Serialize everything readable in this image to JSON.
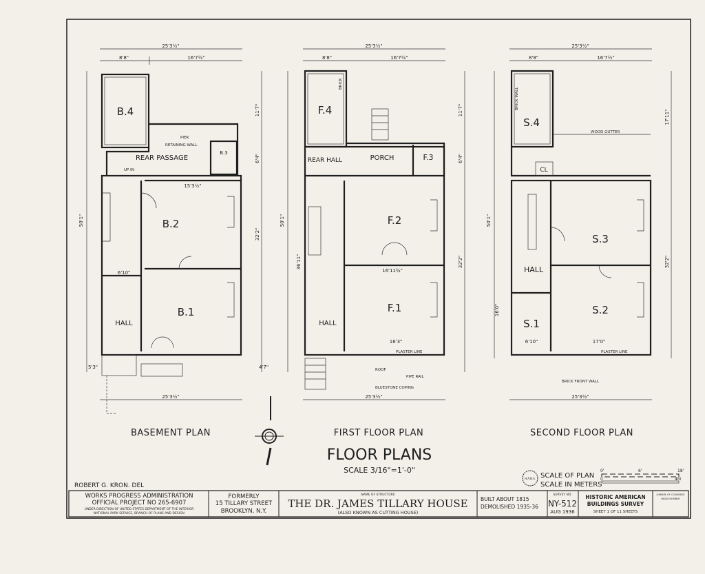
{
  "sheet": {
    "title": "FLOOR PLANS",
    "scale": "SCALE 3/16\"=1'-0\"",
    "delineator": "ROBERT G. KRON. DEL"
  },
  "plans": [
    {
      "title": "BASEMENT PLAN",
      "dims": {
        "overall_width": "25'3½\"",
        "left_width": "8'8\"",
        "right_width": "16'7½\"",
        "depth": "50'1\"",
        "main_depth": "32'2\"",
        "rear_depth": "11'7\"",
        "ext_depth": "6'4\""
      },
      "rooms": [
        "B.4",
        "B.3",
        "REAR PASSAGE",
        "B.2",
        "B.1",
        "HALL"
      ],
      "notes": [
        "RETAINING WALL",
        "PIER",
        "UP IN",
        "15'3½\"",
        "6'10\"",
        "5'3\"",
        "4'7\""
      ]
    },
    {
      "title": "FIRST FLOOR PLAN",
      "dims": {
        "overall_width": "25'3½\"",
        "left_width": "8'8\"",
        "right_width": "16'7½\"",
        "depth": "50'1\"",
        "main_depth": "32'2\"",
        "rear_depth": "11'7\"",
        "ext_depth": "6'4\"",
        "side_depth": "36'11\""
      },
      "rooms": [
        "F.4",
        "REAR HALL",
        "PORCH",
        "F.3",
        "F.2",
        "F.1",
        "HALL"
      ],
      "notes": [
        "PLASTER LINE",
        "ROOF",
        "PIPE RAIL",
        "BLUESTONE COPING",
        "BRICK",
        "16'3\"",
        "16'11¾\""
      ]
    },
    {
      "title": "SECOND FLOOR PLAN",
      "dims": {
        "overall_width": "25'3½\"",
        "left_width": "8'8\"",
        "right_width": "16'7½\"",
        "depth": "50'1\"",
        "main_depth": "32'2\"",
        "rear_depth": "17'11\"",
        "hall_depth": "16'0\""
      },
      "rooms": [
        "S.4",
        "CL",
        "S.3",
        "HALL",
        "S.2",
        "S.1"
      ],
      "notes": [
        "WOOD GUTTER",
        "BRICK WALL",
        "PLASTER LINE",
        "BRICK FRONT WALL",
        "17'0\"",
        "6'10\""
      ]
    }
  ],
  "title_block": {
    "wpa": "WORKS PROGRESS ADMINISTRATION",
    "project": "OFFICIAL PROJECT NO 265-6907",
    "direction1": "UNDER DIRECTION OF UNITED STATES DEPARTMENT OF THE INTERIOR",
    "direction2": "NATIONAL PARK SERVICE, BRANCH OF PLANS AND DESIGN",
    "formerly": "FORMERLY",
    "address": "15 TILLARY STREET",
    "city": "BROOKLYN, N.Y.",
    "name_label": "NAME OF STRUCTURE",
    "structure": "THE DR. JAMES TILLARY HOUSE",
    "aka": "(ALSO KNOWN AS CUTTING HOUSE)",
    "built": "BUILT ABOUT 1815",
    "demolished": "DEMOLISHED 1935-36",
    "survey_label": "SURVEY NO.",
    "survey_no": "NY-512",
    "survey_date": "AUG 1936",
    "habs1": "HISTORIC AMERICAN",
    "habs2": "BUILDINGS SURVEY",
    "sheet": "SHEET 1 OF 11 SHEETS",
    "loc1": "LIBRARY OF CONGRESS",
    "loc2": "INDEX NUMBER"
  },
  "scale_bar": {
    "plan_label": "SCALE OF PLAN",
    "meters_label": "SCALE IN METERS",
    "ft0": "0'",
    "ft6": "6'",
    "ft18": "18'",
    "m0": "0",
    "m4": "4M",
    "seal": "H.A.B.S."
  }
}
